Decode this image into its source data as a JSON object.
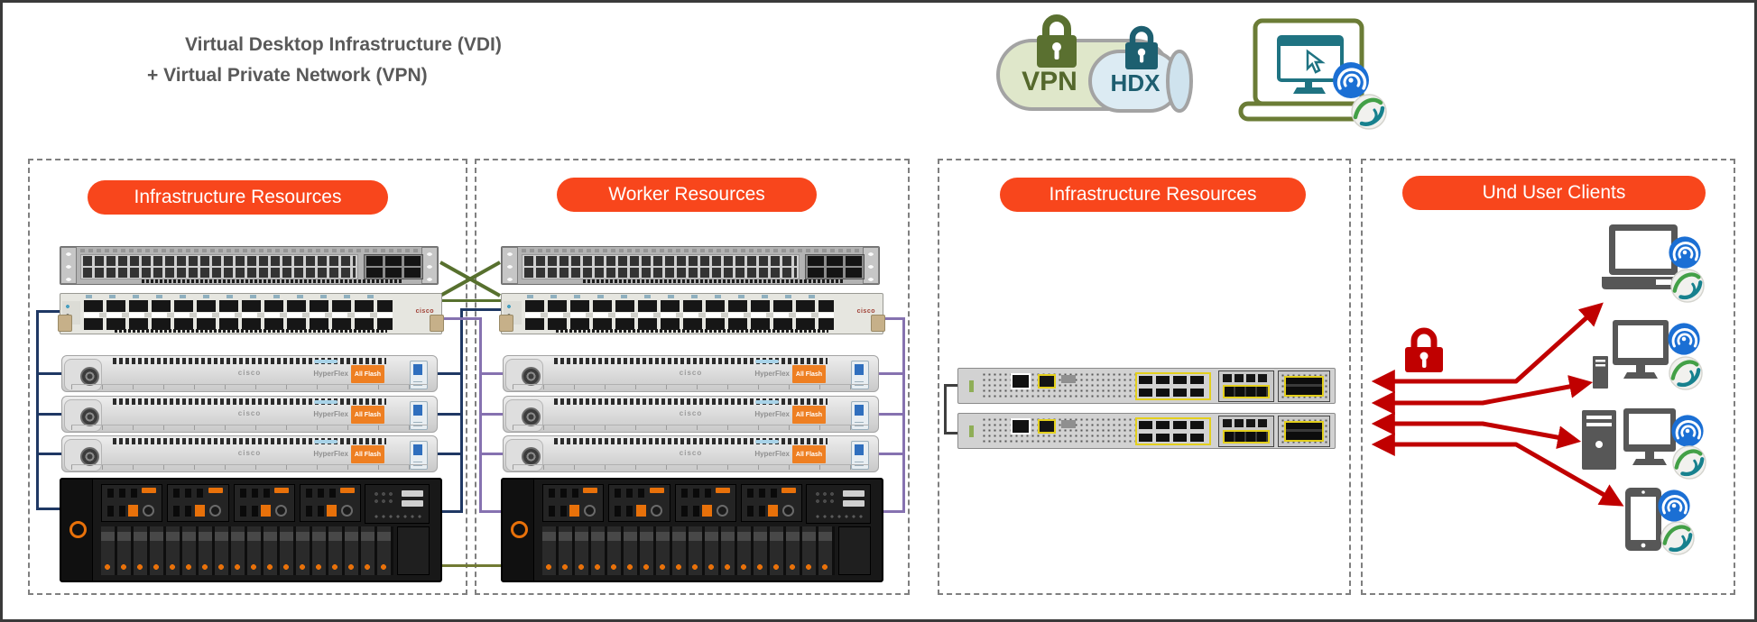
{
  "title": {
    "line1": "Virtual Desktop Infrastructure (VDI)",
    "line2": "+ Virtual Private Network (VPN)"
  },
  "tunnel": {
    "vpn_label": "VPN",
    "hdx_label": "HDX"
  },
  "sections": {
    "infra1": {
      "label": "Infrastructure Resources"
    },
    "worker": {
      "label": "Worker Resources"
    },
    "infra2": {
      "label": "Infrastructure Resources"
    },
    "clients": {
      "label": "Und User Clients"
    }
  },
  "equipment": {
    "hyperflex": "HyperFlex",
    "all_flash": "All Flash",
    "cisco": "cisco"
  },
  "colors": {
    "banner_orange": "#F8461C",
    "fabric_a_navy": "#1F3864",
    "fabric_b_purple": "#8672B0",
    "crossover_green": "#57702E",
    "replication_olive": "#717A33",
    "secure_red": "#C00000"
  }
}
